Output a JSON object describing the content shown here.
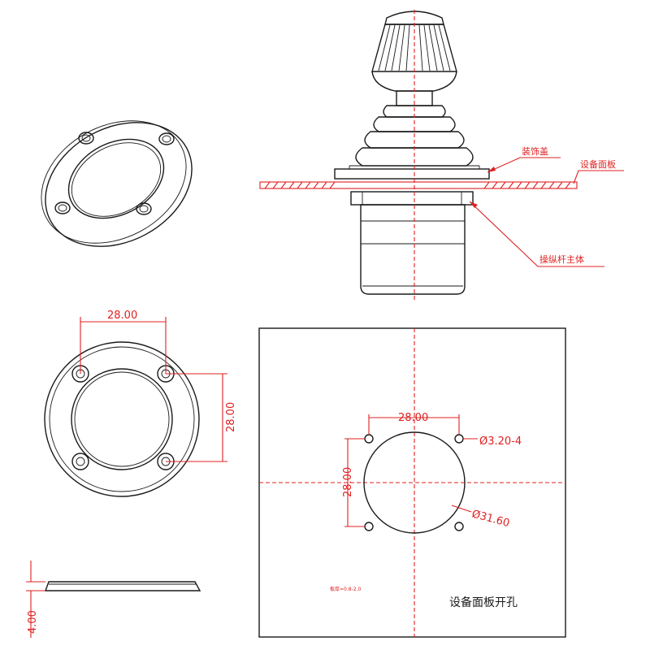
{
  "callouts": {
    "decorative_cover": "装饰盖",
    "equipment_panel": "设备面板",
    "joystick_body": "操纵杆主体"
  },
  "flange_front": {
    "dim_horizontal": "28.00",
    "dim_vertical": "28.00"
  },
  "flange_side": {
    "dim_thickness": "4.00"
  },
  "panel_cutout": {
    "dim_horizontal": "28.00",
    "dim_vertical": "28.00",
    "hole_spec": "Ø3.20-4",
    "bore_spec": "Ø31.60",
    "thickness_note": "板厚=0.8-2.0",
    "caption": "设备面板开孔"
  },
  "colors": {
    "dimension": "#e02020",
    "outline": "#1a1a1a"
  }
}
